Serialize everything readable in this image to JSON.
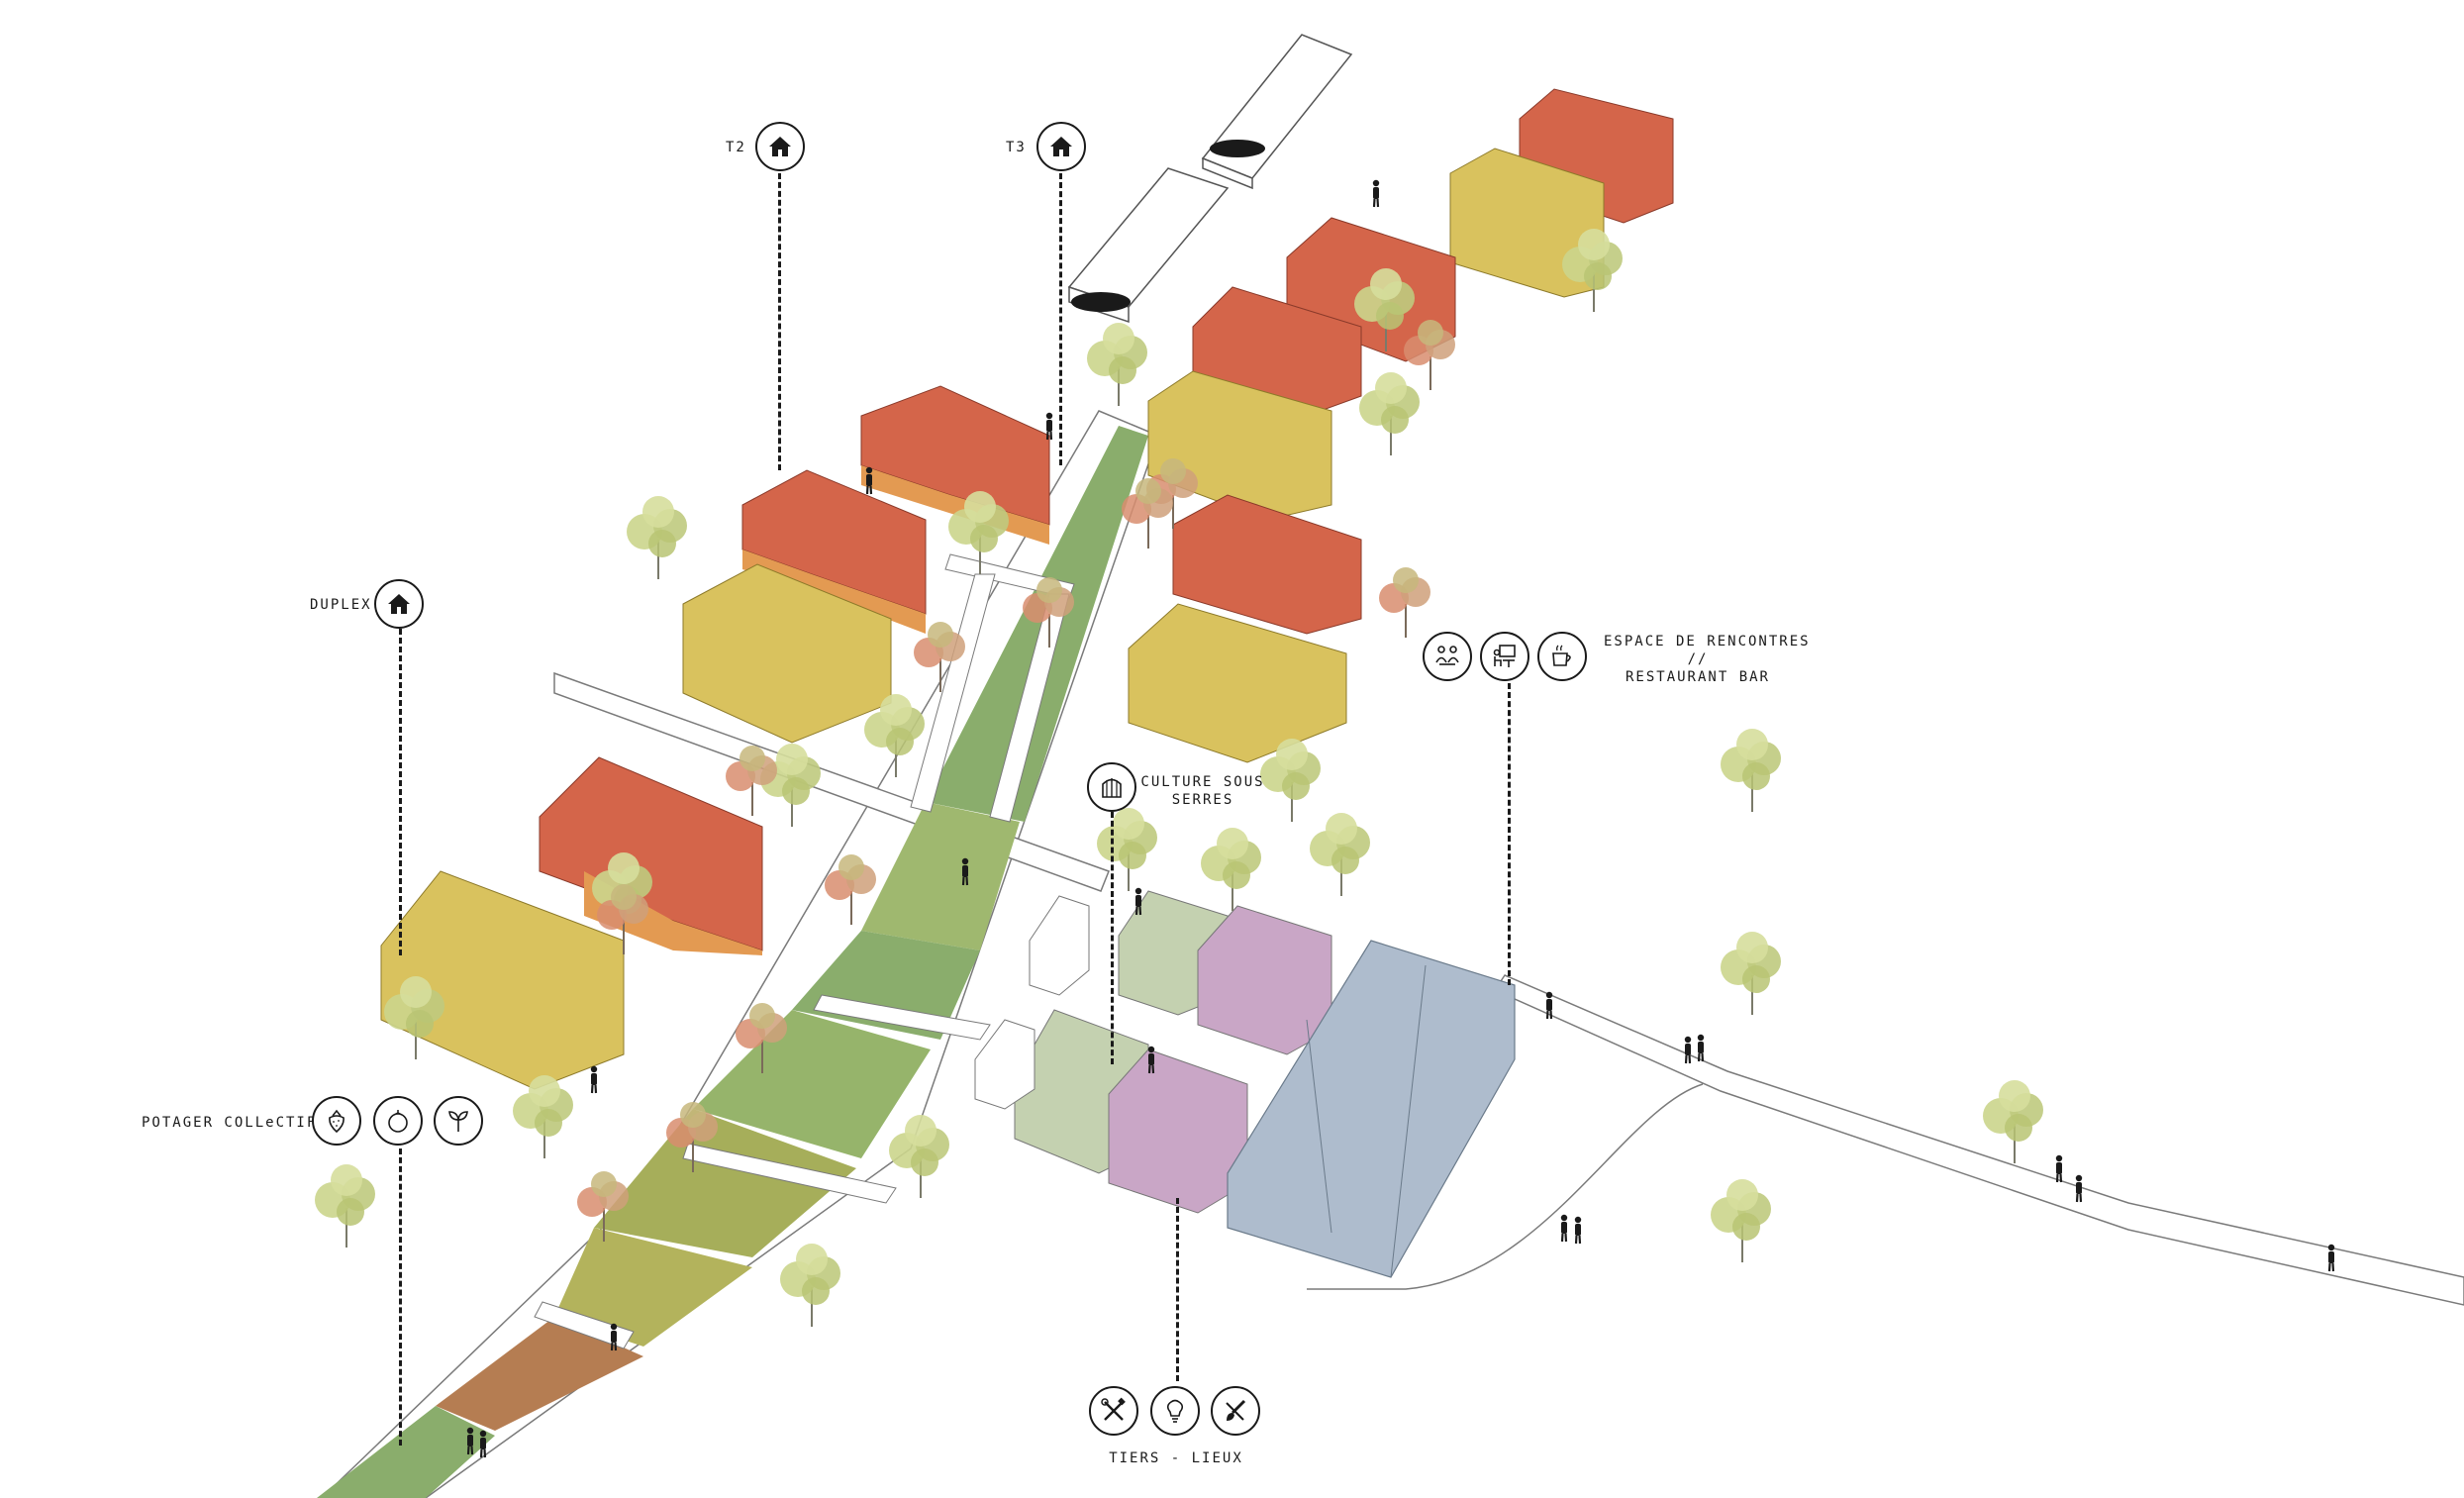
{
  "labels": {
    "t2": "T2",
    "t3": "T3",
    "duplex": "DUPLEX",
    "espace_line1": "ESPACE DE RENCONTRES",
    "espace_line2": "//",
    "espace_line3": "RESTAURANT BAR",
    "culture_line1": "CULTURE SOUS",
    "culture_line2": "SERRES",
    "potager": "POTAGER COLLeCTIF",
    "tiers": "TIERS - LIEUX"
  },
  "colors": {
    "red_roof": "#d4654a",
    "orange_wall": "#e39a52",
    "yellow_building": "#d9c25e",
    "green_building": "#c4d1b0",
    "purple_building": "#c9a6c6",
    "blue_building": "#aebccd",
    "tree_green": "#cbd58c",
    "tree_autumn": "#d88d6f",
    "garden_green": "#8aad6c",
    "garden_olive": "#b3b35c",
    "garden_rust": "#b57d52",
    "ink": "#1a1a1a"
  },
  "icons": {
    "t2": "house-icon",
    "t3": "house-icon",
    "duplex": "house-icon",
    "espace": [
      "people-meeting-icon",
      "dining-table-icon",
      "coffee-cup-icon"
    ],
    "culture": "greenhouse-icon",
    "potager": [
      "strawberry-icon",
      "tomato-icon",
      "seedling-icon"
    ],
    "tiers": [
      "tools-icon",
      "lightbulb-icon",
      "paintbrush-icon"
    ]
  }
}
